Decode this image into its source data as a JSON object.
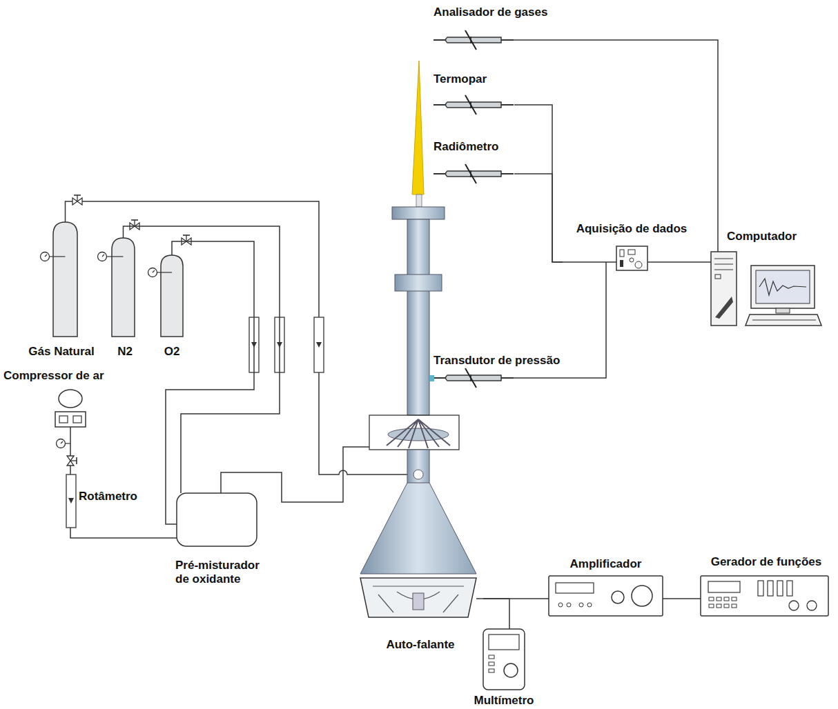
{
  "diagram": {
    "nodes": [
      {
        "text": [
          "Analisador de gases"
        ]
      },
      {
        "text": [
          "Termopar"
        ]
      },
      {
        "text": [
          "Radiômetro"
        ]
      },
      {
        "text": [
          "Transdutor de pressão"
        ]
      },
      {
        "text": [
          "Aquisição de dados"
        ]
      },
      {
        "text": [
          "Computador"
        ]
      },
      {
        "text": [
          "Gás Natural"
        ]
      },
      {
        "text": [
          "N2"
        ]
      },
      {
        "text": [
          "O2"
        ]
      },
      {
        "text": [
          "Compressor de ar"
        ]
      },
      {
        "text": [
          "Rotâmetro"
        ]
      },
      {
        "text": [
          "Pré-misturador de oxidante"
        ]
      },
      {
        "text": [
          "Auto-falante"
        ]
      },
      {
        "text": [
          "Multímetro"
        ]
      },
      {
        "text": [
          "Amplificador"
        ]
      },
      {
        "text": [
          "Gerador de funções"
        ]
      }
    ],
    "edges": [
      {
        "from": 1,
        "to": 4,
        "arrow": "none"
      },
      {
        "from": 2,
        "to": 4,
        "arrow": "none"
      },
      {
        "from": 3,
        "to": 4,
        "arrow": "none"
      },
      {
        "from": 4,
        "to": 5,
        "arrow": "none"
      },
      {
        "from": 0,
        "to": 5,
        "arrow": "none"
      },
      {
        "from": 7,
        "to": 11,
        "arrow": "none"
      },
      {
        "from": 8,
        "to": 11,
        "arrow": "none"
      },
      {
        "from": 9,
        "to": 10,
        "arrow": "none"
      },
      {
        "from": 10,
        "to": 11,
        "arrow": "none"
      },
      {
        "from": 12,
        "to": 14,
        "arrow": "none"
      },
      {
        "from": 13,
        "to": 12,
        "arrow": "none"
      },
      {
        "from": 14,
        "to": 15,
        "arrow": "none"
      }
    ]
  }
}
